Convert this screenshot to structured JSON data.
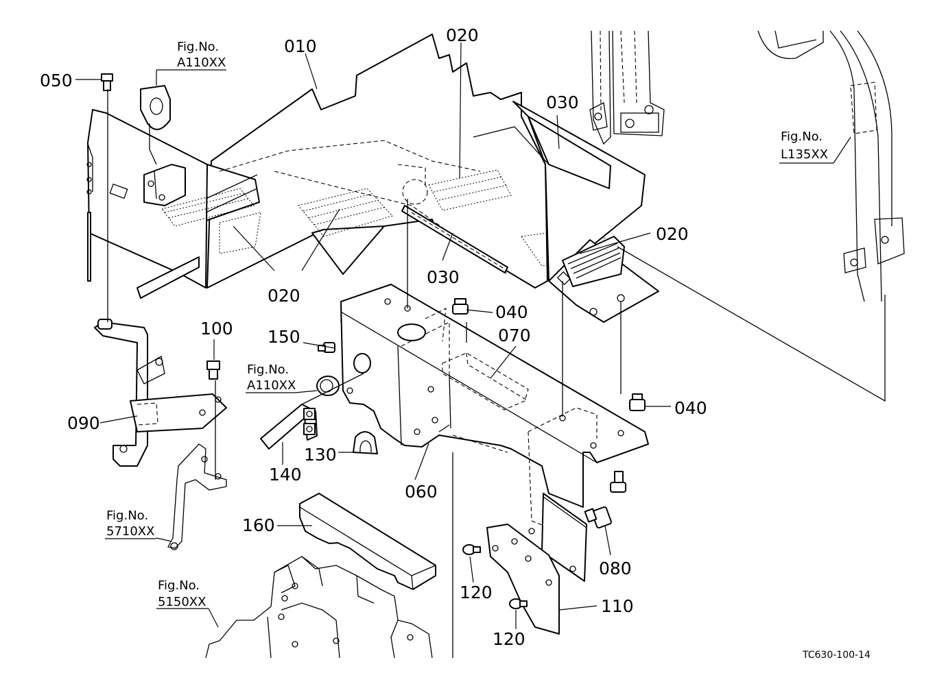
{
  "diagram_code": "TC630-100-14",
  "callouts": {
    "p010": "010",
    "p020_top": "020",
    "p020_right": "020",
    "p020_bottom": "020",
    "p030_top": "030",
    "p030_mid": "030",
    "p040_top": "040",
    "p040_right": "040",
    "p050": "050",
    "p060": "060",
    "p070": "070",
    "p080": "080",
    "p090": "090",
    "p100": "100",
    "p110": "110",
    "p120_top": "120",
    "p120_bottom": "120",
    "p130": "130",
    "p140": "140",
    "p150": "150",
    "p160": "160"
  },
  "figure_refs": {
    "a110_top": {
      "label": "Fig.No.",
      "number": "A110XX"
    },
    "a110_mid": {
      "label": "Fig.No.",
      "number": "A110XX"
    },
    "l135": {
      "label": "Fig.No.",
      "number": "L135XX"
    },
    "f5710": {
      "label": "Fig.No.",
      "number": "5710XX"
    },
    "f5150": {
      "label": "Fig.No.",
      "number": "5150XX"
    }
  }
}
